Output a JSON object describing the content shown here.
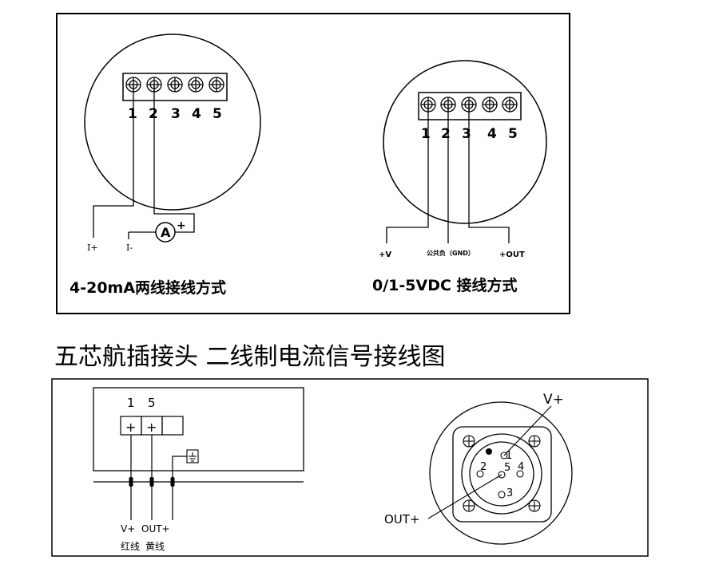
{
  "top_panel": {
    "left": {
      "terminal_numbers": [
        "1",
        "2",
        "3",
        "4",
        "5"
      ],
      "label_i_plus": "I+",
      "label_i_minus": "I-",
      "ammeter_symbol": "A",
      "ammeter_plus": "+",
      "caption": "4-20mA两线接线方式"
    },
    "right": {
      "terminal_numbers": [
        "1",
        "2",
        "3",
        "4",
        "5"
      ],
      "label_v_plus": "+V",
      "label_gnd": "公共负（GND）",
      "label_out": "+OUT",
      "caption": "0/1-5VDC 接线方式"
    }
  },
  "section_title": "五芯航插接头 二线制电流信号接线图",
  "bottom_panel": {
    "left": {
      "pin_labels": [
        "1",
        "5"
      ],
      "plus_signs": [
        "+",
        "+"
      ],
      "wire_labels": [
        "V+",
        "OUT+"
      ],
      "wire_colors": [
        "红线",
        "黄线"
      ]
    },
    "right": {
      "pin_numbers": [
        "1",
        "2",
        "5",
        "4",
        "3"
      ],
      "callout_v_plus": "V+",
      "callout_out_plus": "OUT+"
    }
  }
}
